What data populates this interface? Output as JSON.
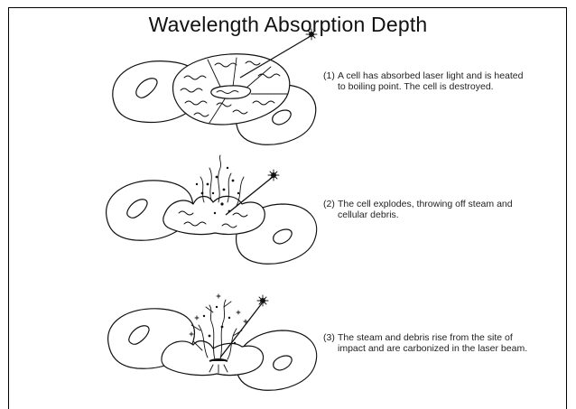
{
  "figure": {
    "title": "Wavelength Absorption Depth"
  },
  "steps": [
    {
      "number": "(1)",
      "text": "A cell has absorbed laser light and is heated to boiling point. The cell is destroyed."
    },
    {
      "number": "(2)",
      "text": "The cell explodes, throwing off steam and cellular debris."
    },
    {
      "number": "(3)",
      "text": "The steam and debris rise from the site of impact and are carbonized in the laser beam."
    }
  ]
}
